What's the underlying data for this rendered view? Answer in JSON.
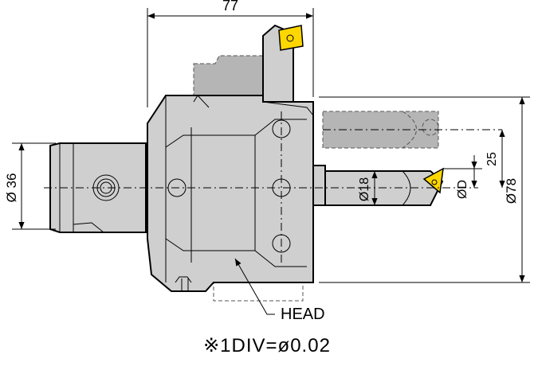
{
  "dimensions": {
    "overall_length": "77",
    "shank_diameter": "Ø 36",
    "bar_diameter": "Ø18",
    "cut_diameter": "ØD",
    "max_diameter": "Ø78",
    "offset": "25"
  },
  "callout": {
    "label": "HEAD"
  },
  "footnote": "※1DIV=ø0.02",
  "colors": {
    "body": "#cfcfcf",
    "ghost": "#b5b5b5",
    "insert": "#ffd700"
  }
}
